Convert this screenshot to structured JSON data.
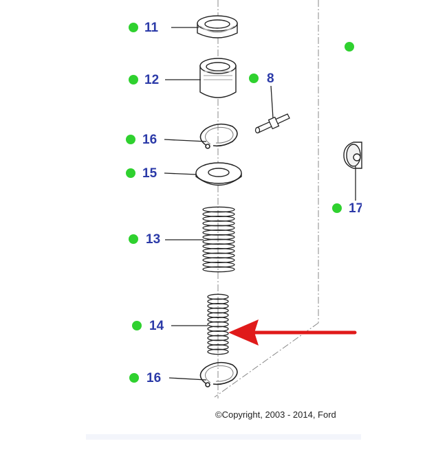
{
  "callouts": {
    "c11": "11",
    "c12": "12",
    "c8": "8",
    "c16a": "16",
    "c15": "15",
    "c13": "13",
    "c14": "14",
    "c16b": "16",
    "c17": "17"
  },
  "copyright": "©Copyright, 2003 - 2014, Ford",
  "colors": {
    "callout_text": "#2b3aa8",
    "callout_dot": "#2fd12f",
    "arrow": "#e01a1a",
    "line": "#222222"
  }
}
